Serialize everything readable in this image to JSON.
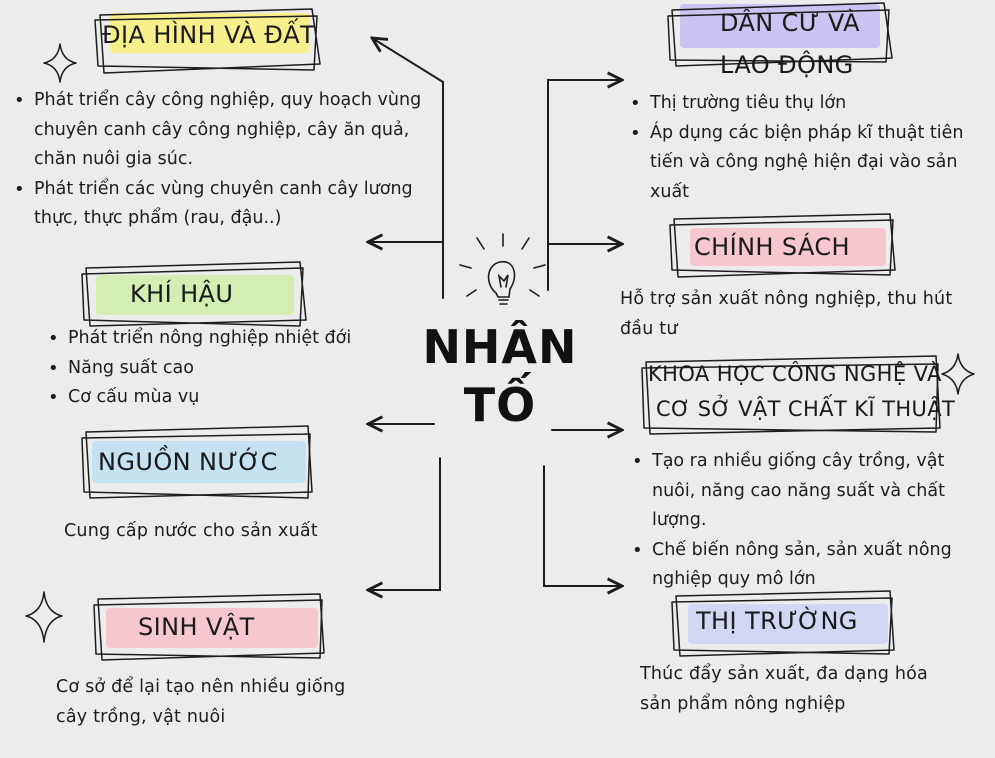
{
  "center": {
    "line1": "NHÂN",
    "line2": "TỐ"
  },
  "colors": {
    "yellow": "#f6ef8c",
    "purple": "#c9c4f2",
    "green": "#d3edb3",
    "pink": "#f6c7cf",
    "blue": "#c5e2f1",
    "lavender": "#d2d8f4",
    "ink": "#1d1d1d",
    "background": "#ececec"
  },
  "factors": {
    "dia_hinh": {
      "title": "ĐỊA HÌNH VÀ ĐẤT",
      "bullets": [
        "Phát triển cây công nghiệp, quy hoạch vùng chuyên canh cây công nghiệp, cây ăn quả, chăn nuôi gia súc.",
        "Phát triển các vùng chuyên canh cây lương thực, thực phẩm (rau, đậu..)"
      ]
    },
    "khi_hau": {
      "title": "KHÍ HẬU",
      "bullets": [
        "Phát triển nông nghiệp nhiệt đới",
        "Năng suất cao",
        "Cơ cấu mùa vụ"
      ]
    },
    "nguon_nuoc": {
      "title": "NGUỒN NƯỚC",
      "text": "Cung cấp nước cho sản xuất"
    },
    "sinh_vat": {
      "title": "SINH VẬT",
      "text": "Cơ sở để lại tạo nên nhiều giống cây trồng, vật nuôi"
    },
    "dan_cu": {
      "title_line1": "DÂN CƯ VÀ",
      "title_line2": "LAO ĐỘNG",
      "bullets": [
        "Thị trường tiêu thụ lớn",
        "Áp dụng các biện pháp kĩ thuật tiên tiến và công nghệ hiện đại vào sản xuất"
      ]
    },
    "chinh_sach": {
      "title": "CHÍNH SÁCH",
      "text": "Hỗ trợ sản xuất nông nghiệp, thu hút đầu tư"
    },
    "khoa_hoc": {
      "title_line1": "KHOA HỌC CÔNG NGHỆ VÀ",
      "title_line2": "CƠ SỞ VẬT CHẤT KĨ THUẬT",
      "bullets": [
        "Tạo ra nhiều giống cây trồng, vật nuôi, năng cao năng suất và chất lượng.",
        " Chế biến nông sản, sản xuất nông nghiệp quy mô lớn"
      ]
    },
    "thi_truong": {
      "title": "THỊ TRƯỜNG",
      "text": "Thúc đẩy sản xuất, đa dạng hóa sản phẩm nông nghiệp"
    }
  }
}
